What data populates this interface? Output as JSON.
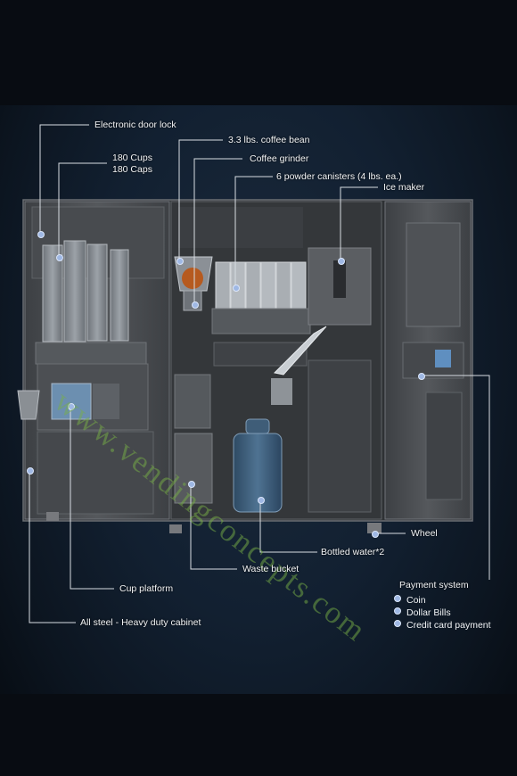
{
  "labels": {
    "door_lock": "Electronic door lock",
    "cups": "180 Cups",
    "caps": "180 Caps",
    "coffee_bean": "3.3 lbs. coffee bean",
    "grinder": "Coffee grinder",
    "canisters": "6 powder canisters (4 lbs. ea.)",
    "ice_maker": "Ice maker",
    "wheel": "Wheel",
    "bottled_water": "Bottled water*2",
    "waste_bucket": "Waste bucket",
    "cup_platform": "Cup platform",
    "cabinet": "All steel - Heavy duty cabinet",
    "payment_title": "Payment system",
    "payment_items": [
      "Coin",
      "Dollar Bills",
      "Credit card payment"
    ]
  },
  "watermark": "www.vendingconcepts.com",
  "colors": {
    "background": "#122031",
    "cabinet": "#4a4d51",
    "callout_line": "#d8dde3",
    "dot": "#9fb8e4",
    "watermark": "#78af46"
  }
}
